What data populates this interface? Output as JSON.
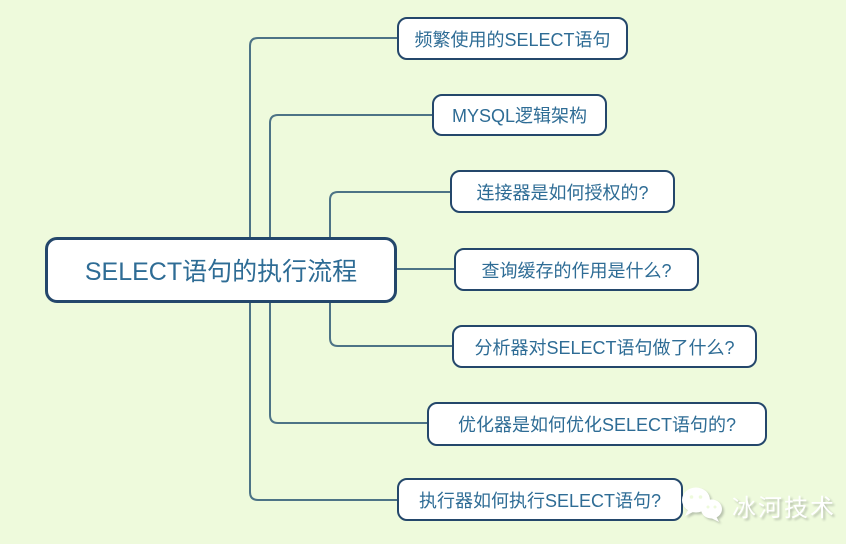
{
  "central": {
    "label": "SELECT语句的执行流程"
  },
  "nodes": [
    {
      "label": "频繁使用的SELECT语句"
    },
    {
      "label": "MYSQL逻辑架构"
    },
    {
      "label": "连接器是如何授权的?"
    },
    {
      "label": "查询缓存的作用是什么?"
    },
    {
      "label": "分析器对SELECT语句做了什么?"
    },
    {
      "label": "优化器是如何优化SELECT语句的?"
    },
    {
      "label": "执行器如何执行SELECT语句?"
    }
  ],
  "watermark": {
    "label": "冰河技术",
    "icon": "wechat-icon"
  },
  "colors": {
    "bg": "#eefadc",
    "node_fill": "#ffffff",
    "node_border": "#24476b",
    "line": "#4d7386",
    "text": "#2e6c95",
    "watermark_text": "#ffffff",
    "watermark_shadow": "#b9c4ae"
  }
}
